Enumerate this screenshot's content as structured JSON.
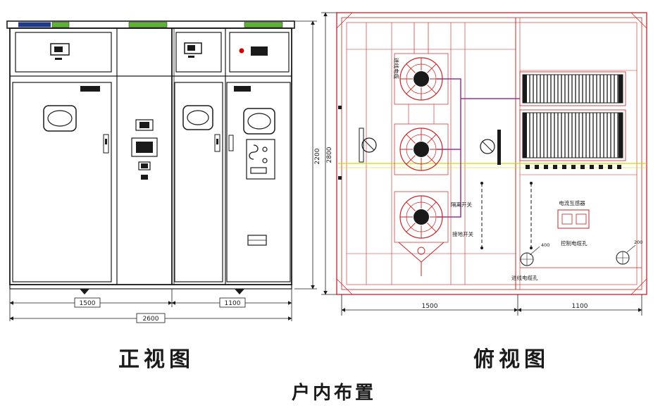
{
  "page": {
    "title": "户内布置"
  },
  "front_view": {
    "caption": "正视图",
    "dims": {
      "left_width": "1500",
      "right_width": "1100",
      "total_width": "2600",
      "height": "2200"
    }
  },
  "top_view": {
    "caption": "俯视图",
    "dims": {
      "left_width": "1500",
      "right_width": "1100",
      "depth": "2800",
      "hole_offset_a": "400",
      "hole_offset_b": "200"
    },
    "labels": {
      "incoming_cable": "进线电缆",
      "disconnect_switch": "隔离开关",
      "ground_switch": "接地开关",
      "current_transformer": "电流互感器",
      "control_cable_hole": "控制电缆孔",
      "incoming_cable_hole": "进线电缆孔"
    }
  },
  "colors": {
    "drawing_line": "#1a1a1a",
    "frame_red": "#cc2222",
    "wiring_purple": "#993399",
    "centerline_yellow": "#d6d600",
    "cabinet_strip_green": "#5cb531",
    "badge_navy": "#1e3a8a",
    "indicator_red": "#cc0000"
  }
}
